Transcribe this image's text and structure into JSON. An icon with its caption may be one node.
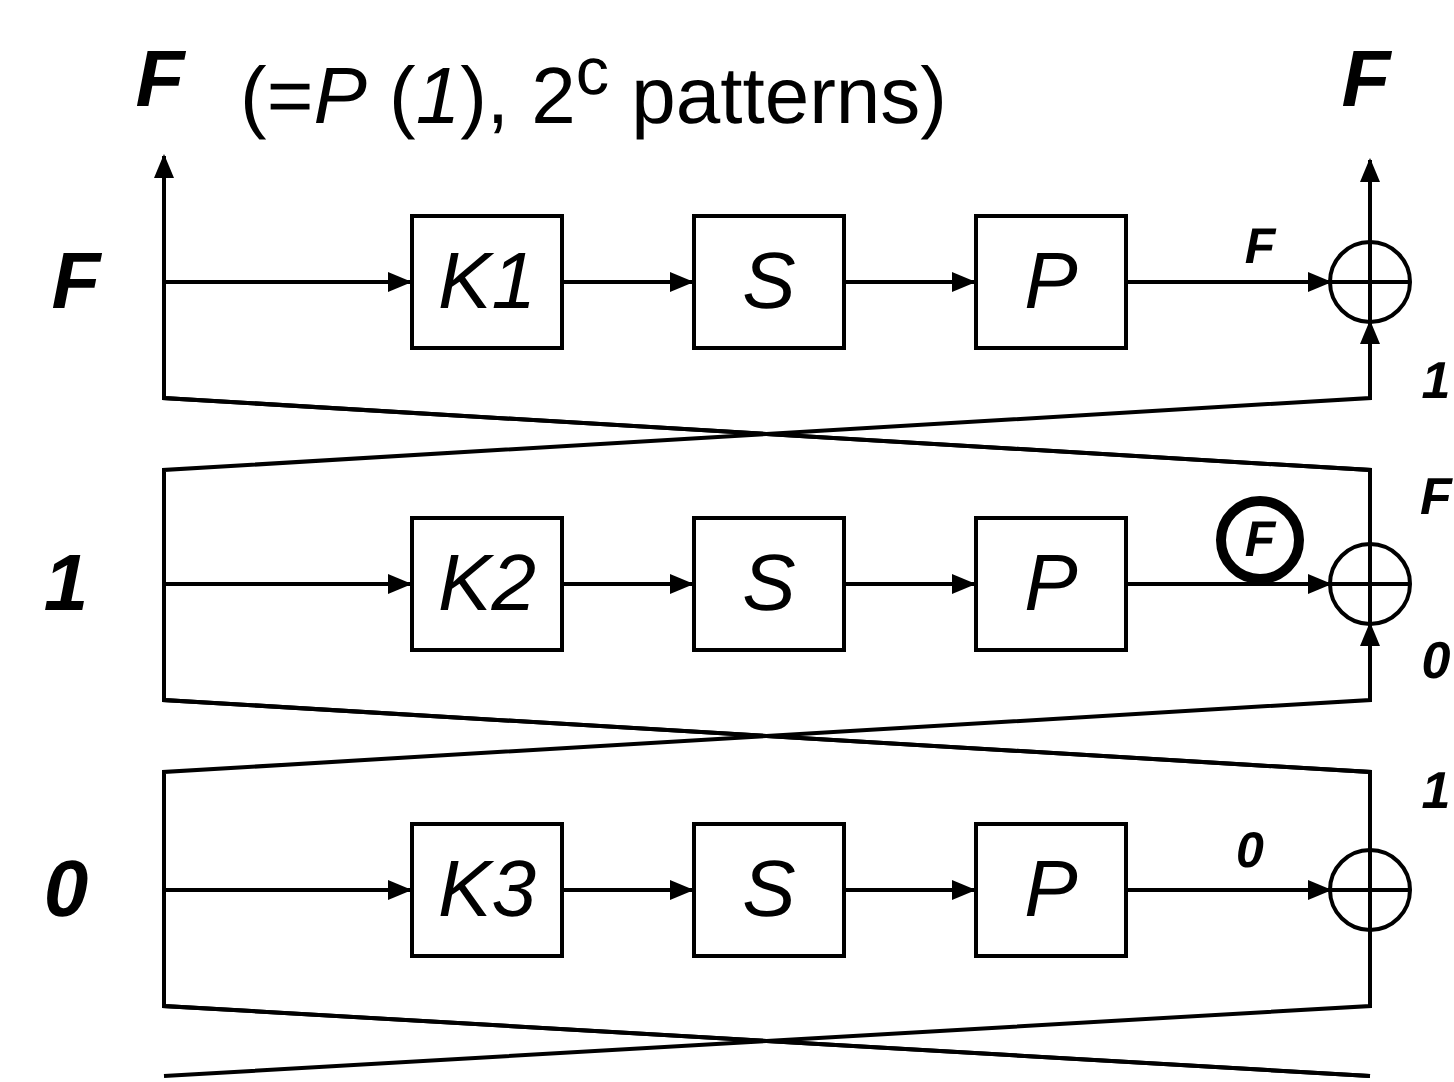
{
  "diagram": {
    "title": "(=*P* (*1*), 2$^{c}$ patterns)",
    "nodes": [
      {
        "text": [
          "K1"
        ]
      },
      {
        "text": [
          "S"
        ]
      },
      {
        "text": [
          "P"
        ]
      },
      {
        "text": [],
        "shape": "circle"
      },
      {
        "text": [
          "K2"
        ]
      },
      {
        "text": [
          "S"
        ]
      },
      {
        "text": [
          "P"
        ]
      },
      {
        "text": [],
        "shape": "circle"
      },
      {
        "text": [
          "K3"
        ]
      },
      {
        "text": [
          "S"
        ]
      },
      {
        "text": [
          "P"
        ]
      },
      {
        "text": [],
        "shape": "circle"
      }
    ],
    "edges": [
      {
        "from": 0,
        "to": 1,
        "arrow": "to"
      },
      {
        "from": 1,
        "to": 2,
        "arrow": "to"
      },
      {
        "from": 2,
        "to": 3,
        "arrow": "to",
        "label": "F"
      },
      {
        "from": 4,
        "to": 5,
        "arrow": "to"
      },
      {
        "from": 5,
        "to": 6,
        "arrow": "to"
      },
      {
        "from": 6,
        "to": 7,
        "arrow": "to",
        "label": "F"
      },
      {
        "from": 8,
        "to": 9,
        "arrow": "to"
      },
      {
        "from": 9,
        "to": 10,
        "arrow": "to"
      },
      {
        "from": 10,
        "to": 11,
        "arrow": "to",
        "label": "0"
      },
      {
        "from": 3,
        "to": null,
        "arrow": "to"
      },
      {
        "from": 7,
        "to": 0,
        "arrow": "to"
      },
      {
        "from": 7,
        "to": null,
        "arrow": "to"
      },
      {
        "from": 11,
        "to": 4,
        "arrow": "to"
      },
      {
        "from": 11,
        "to": 3,
        "arrow": "to"
      },
      {
        "from": null,
        "to": 8,
        "arrow": "to"
      },
      {
        "from": null,
        "to": 7,
        "arrow": "to"
      },
      {
        "from": 11,
        "to": null,
        "arrow": "none"
      }
    ],
    "labels": [
      "F",
      "F",
      "F",
      "1",
      "F",
      "1",
      "0",
      "1",
      "0"
    ]
  }
}
